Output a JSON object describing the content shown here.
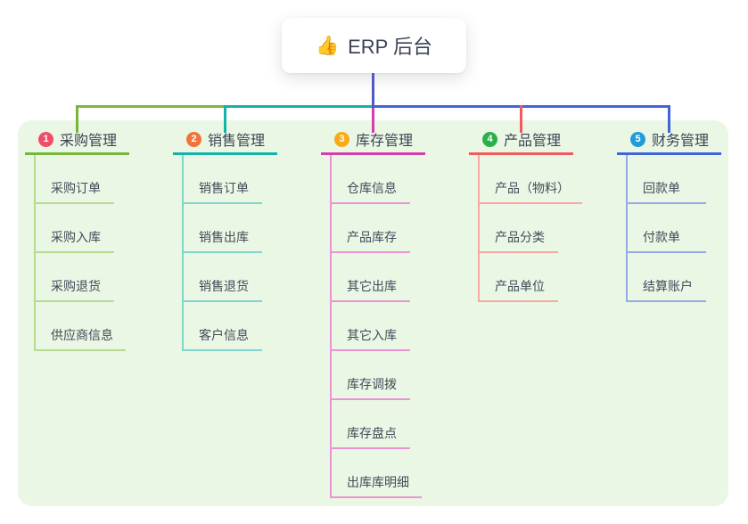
{
  "canvas": {
    "background": "#ffffff",
    "panel_background": "#eaf7e5"
  },
  "root": {
    "icon": "thumbs-up-icon",
    "icon_glyph": "👍",
    "label": "ERP 后台"
  },
  "connectors": {
    "root_stem_color": "#4d5bc4",
    "segment_colors": [
      "#7cb93e",
      "#12b3a8",
      "#3f65dc"
    ]
  },
  "branches": [
    {
      "badge": "1",
      "badge_color": "#f04e68",
      "title": "采购管理",
      "line_color": "#76b63a",
      "child_line_color": "#b7da8f",
      "children": [
        "采购订单",
        "采购入库",
        "采购退货",
        "供应商信息"
      ]
    },
    {
      "badge": "2",
      "badge_color": "#f0743a",
      "title": "销售管理",
      "line_color": "#12b3a8",
      "child_line_color": "#7ed6cc",
      "children": [
        "销售订单",
        "销售出库",
        "销售退货",
        "客户信息"
      ]
    },
    {
      "badge": "3",
      "badge_color": "#f8ab16",
      "title": "库存管理",
      "line_color": "#d53dae",
      "child_line_color": "#ec93d4",
      "children": [
        "仓库信息",
        "产品库存",
        "其它出库",
        "其它入库",
        "库存调拨",
        "库存盘点",
        "出库库明细"
      ]
    },
    {
      "badge": "4",
      "badge_color": "#2bb049",
      "title": "产品管理",
      "line_color": "#f4595b",
      "child_line_color": "#f7a7a4",
      "children": [
        "产品（物料）",
        "产品分类",
        "产品单位"
      ]
    },
    {
      "badge": "5",
      "badge_color": "#219cda",
      "title": "财务管理",
      "line_color": "#3f65dc",
      "child_line_color": "#95abe8",
      "children": [
        "回款单",
        "付款单",
        "结算账户"
      ]
    }
  ]
}
